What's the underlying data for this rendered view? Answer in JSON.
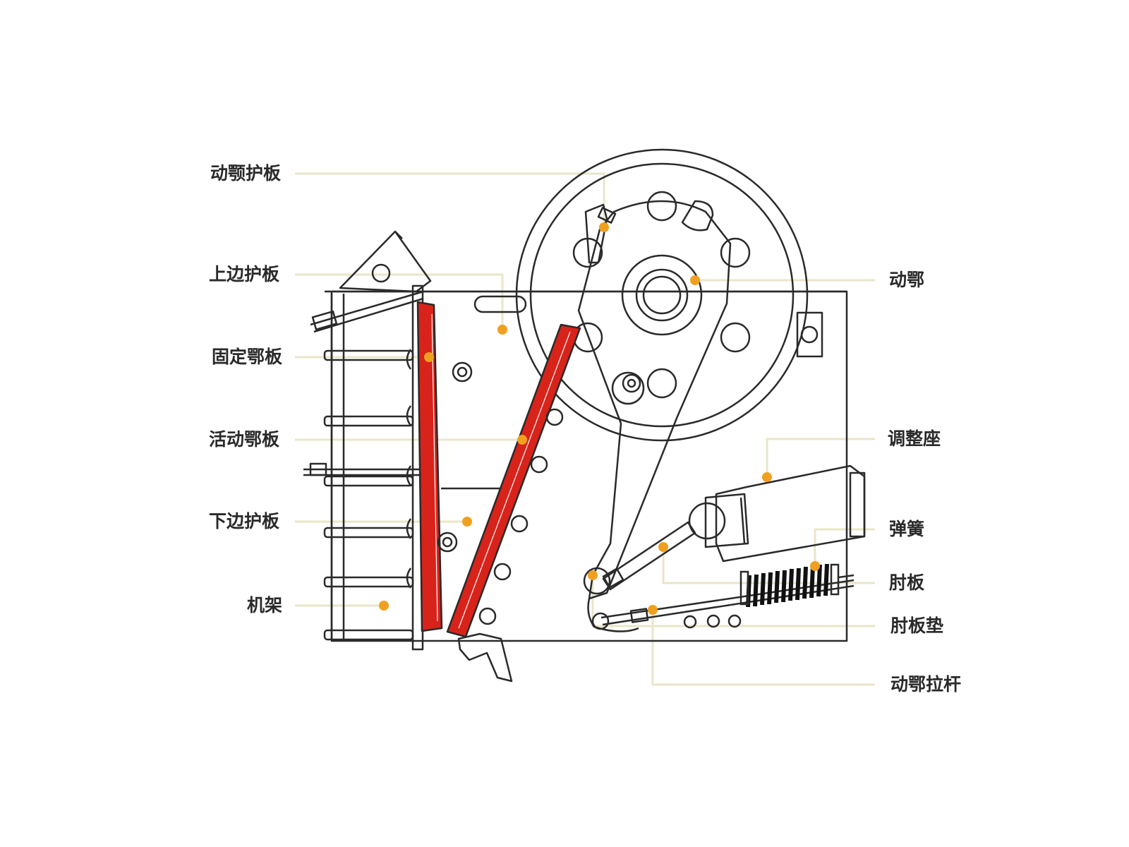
{
  "colors": {
    "line": "#2a2a2a",
    "leader": "#e9e6c9",
    "dot": "#f0a020",
    "jaw": "#d8231b",
    "background": "#ffffff"
  },
  "labels": {
    "left": [
      {
        "id": "moving-jaw-guard",
        "text": "动颚护板"
      },
      {
        "id": "upper-side-guard",
        "text": "上边护板"
      },
      {
        "id": "fixed-jaw-plate",
        "text": "固定鄂板"
      },
      {
        "id": "movable-jaw-plate",
        "text": "活动鄂板"
      },
      {
        "id": "lower-side-guard",
        "text": "下边护板"
      },
      {
        "id": "frame",
        "text": "机架"
      }
    ],
    "right": [
      {
        "id": "moving-jaw",
        "text": "动鄂"
      },
      {
        "id": "adjusting-seat",
        "text": "调整座"
      },
      {
        "id": "spring",
        "text": "弹簧"
      },
      {
        "id": "toggle-plate",
        "text": "肘板"
      },
      {
        "id": "toggle-plate-pad",
        "text": "肘板垫"
      },
      {
        "id": "moving-jaw-tie-rod",
        "text": "动鄂拉杆"
      }
    ]
  }
}
